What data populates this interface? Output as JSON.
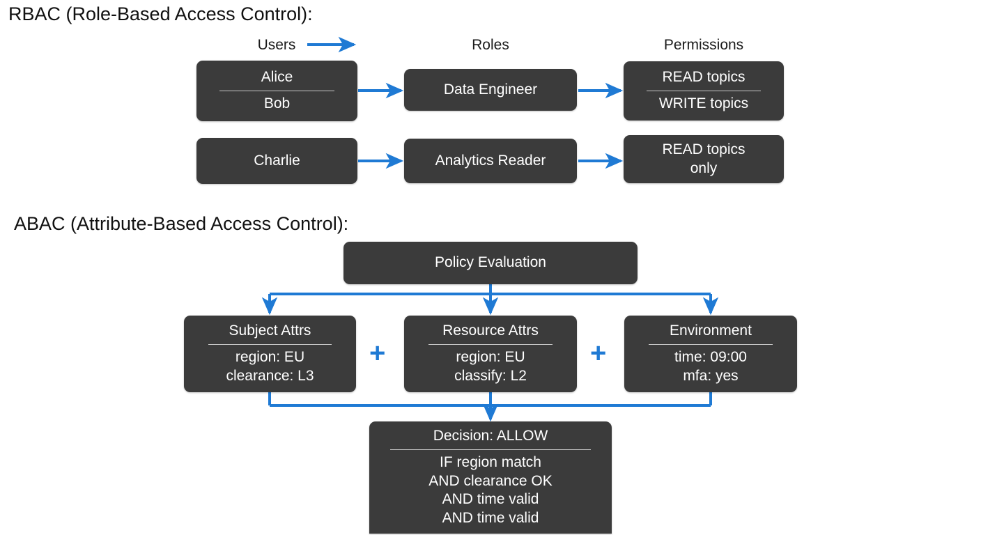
{
  "colors": {
    "background": "#ffffff",
    "node_fill": "#3b3b3b",
    "node_text": "#ffffff",
    "arrow": "#1f7ad4",
    "divider": "#c9c9c9",
    "heading_text": "#111111"
  },
  "rbac": {
    "heading": "RBAC (Role-Based Access Control):",
    "columns": [
      {
        "label": "Users"
      },
      {
        "label": "Roles"
      },
      {
        "label": "Permissions"
      }
    ],
    "rows": [
      {
        "user_box": {
          "title": "Alice",
          "divider": true,
          "body": [
            "Bob"
          ]
        },
        "role_box": {
          "title": "Data Engineer",
          "divider": false,
          "body": []
        },
        "permission_box": {
          "title": "READ topics",
          "divider": true,
          "body": [
            "WRITE topics"
          ]
        }
      },
      {
        "user_box": {
          "title": "Charlie",
          "divider": false,
          "body": []
        },
        "role_box": {
          "title": "Analytics Reader",
          "divider": false,
          "body": []
        },
        "permission_box": {
          "title": "READ topics",
          "divider": false,
          "body": [
            "only"
          ]
        }
      }
    ]
  },
  "abac": {
    "heading": "ABAC (Attribute-Based Access Control):",
    "root": {
      "title": "Policy Evaluation",
      "divider": false,
      "body": []
    },
    "attributes": [
      {
        "title": "Subject Attrs",
        "divider": true,
        "body": [
          "region: EU",
          "clearance: L3"
        ]
      },
      {
        "title": "Resource Attrs",
        "divider": true,
        "body": [
          "region: EU",
          "classify: L2"
        ]
      },
      {
        "title": "Environment",
        "divider": true,
        "body": [
          "time: 09:00",
          "mfa: yes"
        ]
      }
    ],
    "operators": [
      "+",
      "+"
    ],
    "decision": {
      "title": "Decision: ALLOW",
      "divider": true,
      "body": [
        "IF region match",
        "AND clearance OK",
        "AND time valid",
        "AND time valid"
      ]
    }
  }
}
